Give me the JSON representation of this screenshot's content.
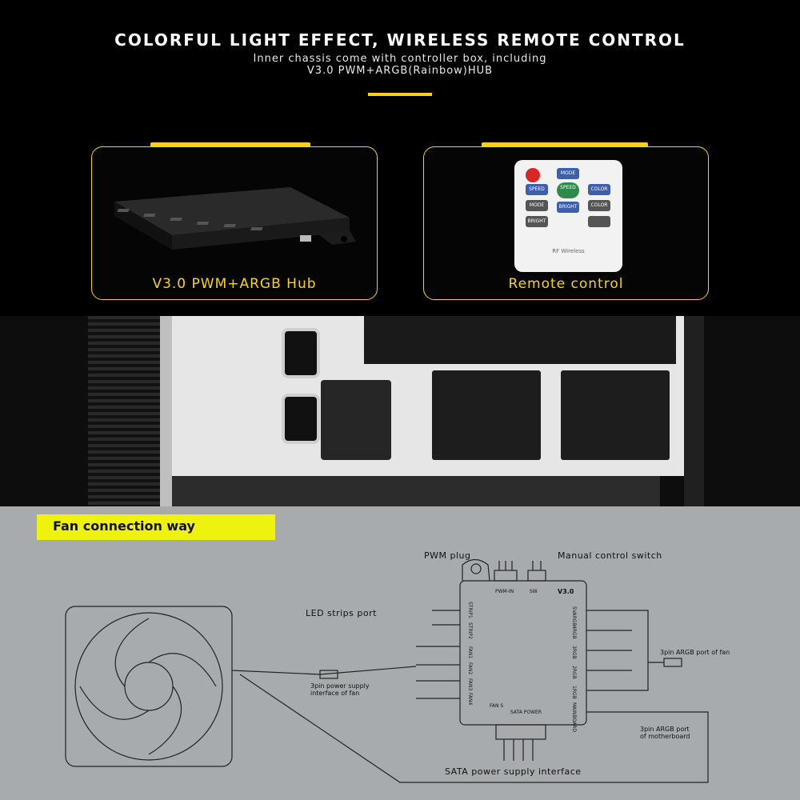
{
  "header": {
    "title": "COLORFUL LIGHT EFFECT, WIRELESS REMOTE CONTROL",
    "subtitle_line1": "Inner chassis come with controller box, including",
    "subtitle_line2": "V3.0 PWM+ARGB(Rainbow)HUB"
  },
  "cards": [
    {
      "label": "V3.0 PWM+ARGB Hub"
    },
    {
      "label": "Remote control"
    }
  ],
  "remote": {
    "brand": "RF Wireless",
    "buttons": [
      "MODE",
      "SPEED",
      "SPEED",
      "COLOR",
      "MODE",
      "BRIGHT",
      "COLOR",
      "BRIGHT"
    ]
  },
  "diagram": {
    "badge": "Fan connection way",
    "hub_version": "V3.0",
    "pwm_in": "PWM-IN",
    "sw": "SW",
    "labels": {
      "pwm_plug": "PWM plug",
      "manual_switch": "Manual control switch",
      "led_strips": "LED strips port",
      "fan_power_line1": "3pin power supply",
      "fan_power_line2": "interface of fan",
      "argb_fan": "3pin ARGB port of fan",
      "argb_mb_line1": "3pin ARGB port",
      "argb_mb_line2": "of motherboard",
      "sata": "SATA power supply interface",
      "fan_s": "FAN S",
      "sata_power": "SATA POWER"
    },
    "left_ports": [
      "STRIP1",
      "STRIP2",
      "FAN1",
      "FAN2",
      "FAN3",
      "FAN4"
    ],
    "right_ports": [
      "5VARGB",
      "4RGB",
      "3RGB",
      "2RGB",
      "1RGB",
      "MAINBOARD"
    ]
  },
  "colors": {
    "accent": "#f5d21d",
    "badge": "#eef20c",
    "diagram_bg": "#a8abae"
  }
}
